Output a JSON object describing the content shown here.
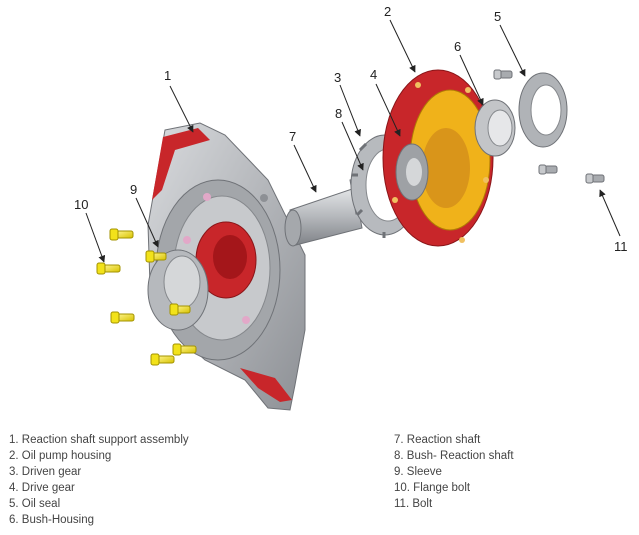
{
  "callouts": [
    "1",
    "2",
    "3",
    "4",
    "5",
    "6",
    "7",
    "8",
    "9",
    "10",
    "11"
  ],
  "legend": {
    "left": [
      "1. Reaction shaft support assembly",
      "2. Oil pump housing",
      "3. Driven gear",
      "4. Drive gear",
      "5. Oil seal",
      "6. Bush-Housing"
    ],
    "right": [
      "7. Reaction shaft",
      "8. Bush- Reaction shaft",
      "9. Sleeve",
      "10. Flange bolt",
      "11. Bolt"
    ]
  },
  "colors": {
    "housing_gray": "#b9bcc0",
    "gasket_red": "#c8262a",
    "bolt_yellow": "#f2e21a",
    "gear_yellow": "#f0b21a"
  }
}
